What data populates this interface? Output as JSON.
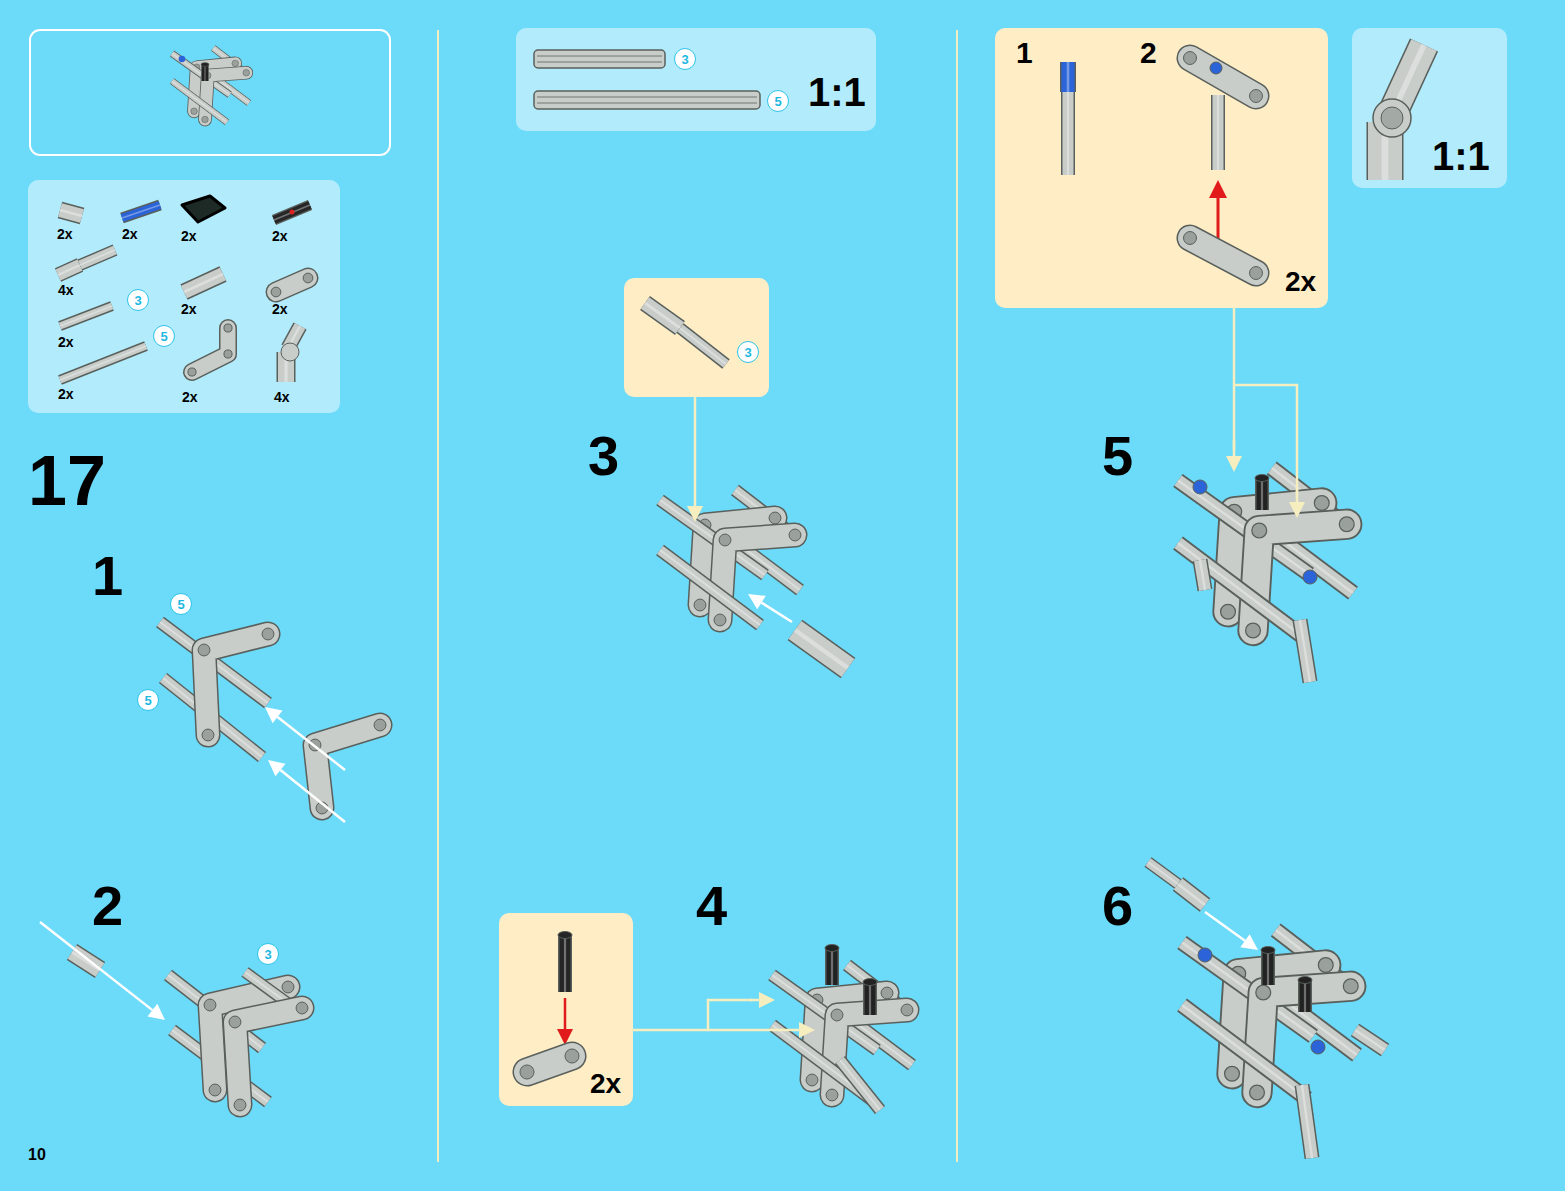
{
  "diagram": {
    "nodes": [
      {
        "text": [
          "2x",
          "2x",
          "2x",
          "2x",
          "4x",
          "2x",
          "2x",
          "2x",
          "2x",
          "2x",
          "4x"
        ]
      },
      {
        "text": [
          "3"
        ],
        "in": 0
      },
      {
        "text": [
          "5"
        ],
        "in": 0
      },
      {
        "text": [
          "5"
        ]
      },
      {
        "text": [
          "5"
        ]
      },
      {
        "text": [
          "3"
        ]
      },
      {
        "text": [
          "1:1"
        ]
      },
      {
        "text": [
          "3"
        ],
        "in": 6
      },
      {
        "text": [
          "5"
        ],
        "in": 6
      },
      {
        "text": []
      },
      {
        "text": [
          "3"
        ],
        "in": 9
      },
      {
        "text": [
          "2x"
        ]
      },
      {
        "text": [
          "1",
          "2",
          "2x"
        ]
      },
      {
        "text": [
          "1:1"
        ]
      }
    ],
    "labels": [
      "17",
      "1",
      "2",
      "3",
      "4",
      "5",
      "6",
      "10"
    ]
  }
}
